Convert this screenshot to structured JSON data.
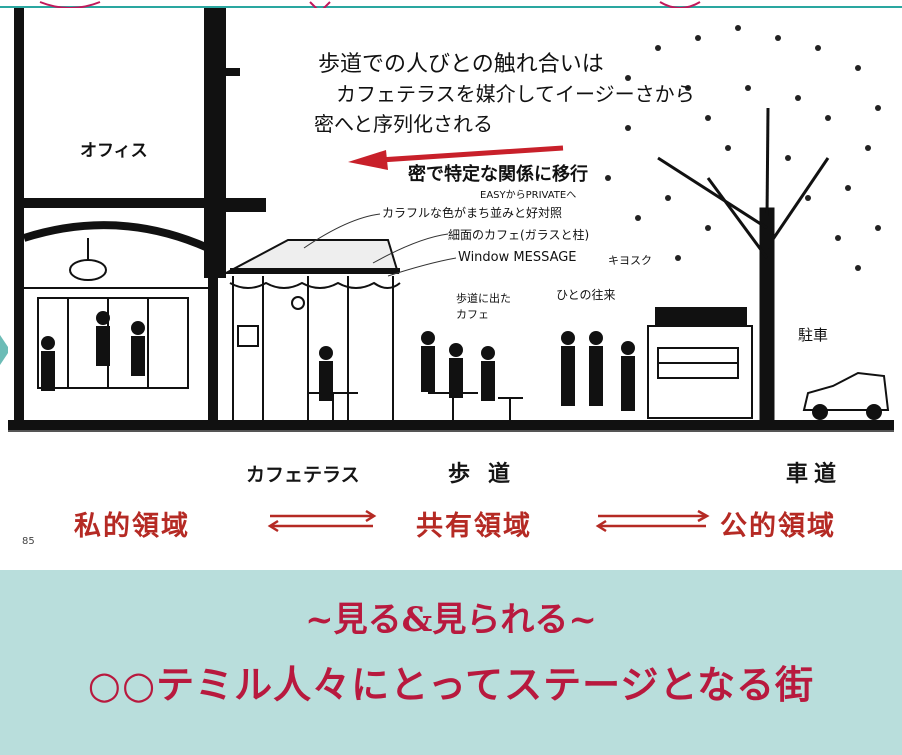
{
  "annotations": {
    "main_note_line1": "歩道での人びとの触れ合いは",
    "main_note_line2": "カフェテラスを媒介してイージーさから",
    "main_note_line3": "密へと序列化される",
    "office": "オフィス",
    "transition_note": "密で特定な関係に移行",
    "transition_sub": "EASYからPRIVATEへ",
    "colorful_note": "カラフルな色がまち並みと好対照",
    "glass_note": "細面のカフェ(ガラスと柱)",
    "window_message": "Window MESSAGE",
    "kiosk": "キヨスク",
    "sidewalk_cafe": "歩道に出たカフェ",
    "passersby": "ひとの往来",
    "parking": "駐車"
  },
  "locations": {
    "cafe_terrace": "カフェテラス",
    "sidewalk": "歩道",
    "roadway": "車道"
  },
  "zones": {
    "private": "私的領域",
    "shared": "共有領域",
    "public": "公的領域"
  },
  "page_number": "85",
  "banner": {
    "line1": "~見る&見られる~",
    "line2": "○○テミル人々にとってステージとなる街"
  },
  "colors": {
    "banner_bg": "#b9dedc",
    "banner_text": "#b8193e",
    "handwriting_red": "#b52a24",
    "frame_teal": "#2aa7a0"
  }
}
